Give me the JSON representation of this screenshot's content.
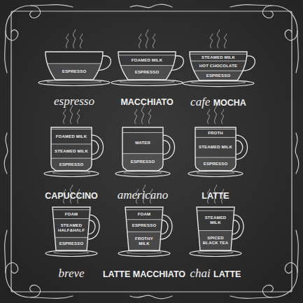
{
  "diagram": {
    "nodes": [
      {
        "text": [
          "espresso"
        ]
      },
      {
        "text": [
          "ESPRESSO"
        ],
        "in": 0
      },
      {
        "text": [
          "MACCHIATO"
        ]
      },
      {
        "text": [
          "FOAMED MILK"
        ],
        "in": 2
      },
      {
        "text": [
          "ESPRESSO"
        ],
        "in": 2
      },
      {
        "text": [
          "cafe MOCHA"
        ]
      },
      {
        "text": [
          "STEAMED MILK"
        ],
        "in": 5
      },
      {
        "text": [
          "HOT CHOCOLATE"
        ],
        "in": 5
      },
      {
        "text": [
          "ESPRESSO"
        ],
        "in": 5
      },
      {
        "text": [
          "CAPUCCINO"
        ]
      },
      {
        "text": [
          "FOAMED MILK"
        ],
        "in": 9
      },
      {
        "text": [
          "STEAMED MILK"
        ],
        "in": 9
      },
      {
        "text": [
          "ESPRESSO"
        ],
        "in": 9
      },
      {
        "text": [
          "americano"
        ]
      },
      {
        "text": [
          "WATER"
        ],
        "in": 13
      },
      {
        "text": [
          "ESPRESSO"
        ],
        "in": 13
      },
      {
        "text": [
          "LATTE"
        ]
      },
      {
        "text": [
          "FROTH"
        ],
        "in": 16
      },
      {
        "text": [
          "STEAMED MILK"
        ],
        "in": 16
      },
      {
        "text": [
          "ESPRESSO"
        ],
        "in": 16
      },
      {
        "text": [
          "breve"
        ]
      },
      {
        "text": [
          "FOAM"
        ],
        "in": 20
      },
      {
        "text": [
          "STEAMED HALF&HALF"
        ],
        "in": 20
      },
      {
        "text": [
          "ESPRESSO"
        ],
        "in": 20
      },
      {
        "text": [
          "LATTE MACCHIATO"
        ]
      },
      {
        "text": [
          "FOAM"
        ],
        "in": 24
      },
      {
        "text": [
          "ESPRESSO"
        ],
        "in": 24
      },
      {
        "text": [
          "FROTHY MILK"
        ],
        "in": 24
      },
      {
        "text": [
          "chai LATTE"
        ]
      },
      {
        "text": [
          "STEAMED MILK"
        ],
        "in": 28
      },
      {
        "text": [
          "SPICED BLACK TEA"
        ],
        "in": 28
      }
    ]
  }
}
